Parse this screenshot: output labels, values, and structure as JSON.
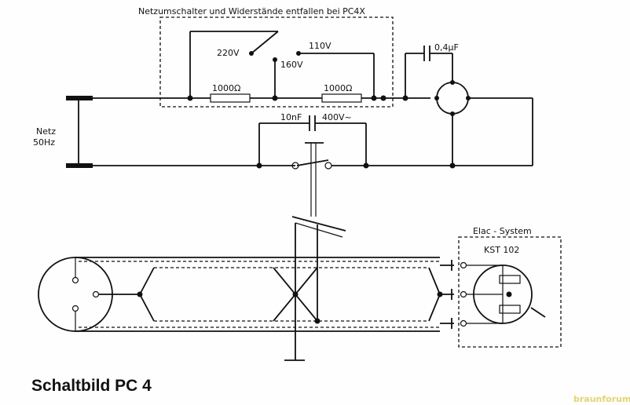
{
  "labels": {
    "header_note": "Netzumschalter und Widerstände entfallen bei PC4X",
    "v220": "220V",
    "v160": "160V",
    "v110": "110V",
    "r1": "1000Ω",
    "r2": "1000Ω",
    "cap_motor": "0,4μF",
    "cap_switch_value": "10nF",
    "cap_switch_voltage": "400V~",
    "netz": "Netz",
    "netz_freq": "50Hz",
    "elac_system": "Elac - System",
    "kst": "KST 102",
    "title": "Schaltbild PC 4",
    "watermark": "braunforum"
  }
}
